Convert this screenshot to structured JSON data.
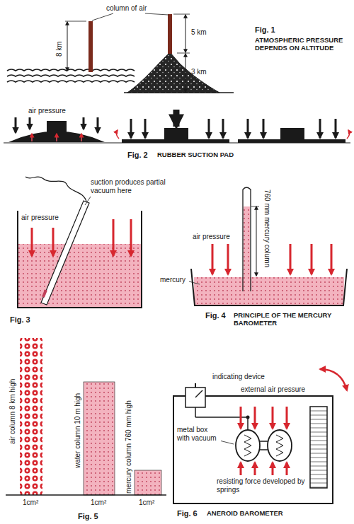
{
  "diagram": {
    "labels": [
      "column of air",
      "8 km",
      "5 km",
      "3 km",
      "Fig. 1",
      "ATMOSPHERIC PRESSURE DEPENDS ON ALTITUDE",
      "air pressure",
      "Fig. 2",
      "RUBBER SUCTION PAD",
      "suction produces partial vacuum here",
      "air pressure",
      "Fig. 3",
      "760 mm mercury column",
      "air pressure",
      "mercury",
      "Fig. 4",
      "PRINCIPLE OF THE MERCURY BAROMETER",
      "air column 8 km high",
      "water column 10 m high",
      "mercury column 760 mm high",
      "1cm²",
      "1cm²",
      "1cm²",
      "metal box with vacuum",
      "Fig. 5",
      "indicating device",
      "external air pressure",
      "resisting force developed by springs",
      "Fig. 6",
      "ANEROID BAROMETER"
    ]
  }
}
